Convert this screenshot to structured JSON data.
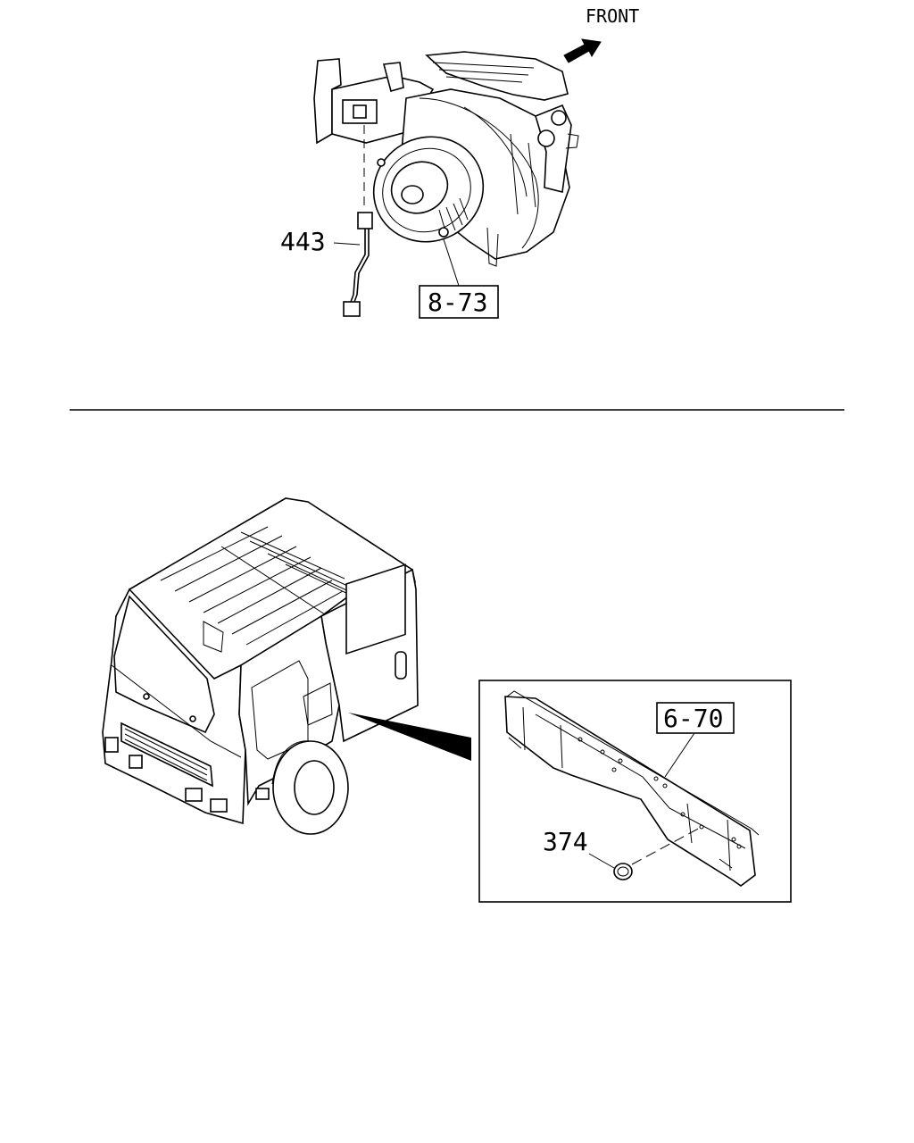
{
  "top_figure": {
    "direction_label": "FRONT",
    "callouts": [
      {
        "text": "443",
        "boxed": false
      },
      {
        "text": "8-73",
        "boxed": true
      }
    ]
  },
  "bottom_figure": {
    "callouts": [
      {
        "text": "6-70",
        "boxed": true
      },
      {
        "text": "374",
        "boxed": false
      }
    ]
  }
}
